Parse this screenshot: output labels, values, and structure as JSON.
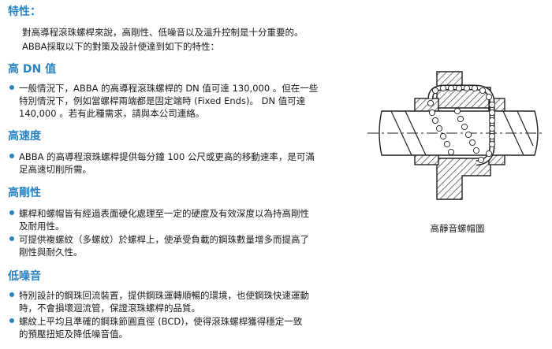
{
  "sections": {
    "features": {
      "title": "特性：",
      "intro_lines": [
        "對高導程滾珠螺桿來說，高剛性、低噪音以及溫升控制是十分重要的。",
        "ABBA採取以下的對策及設計使達到如下的特性："
      ]
    },
    "high_dn": {
      "title": "高 DN 值",
      "bullets": [
        [
          "一般情況下，ABBA 的高導程滾珠螺桿的 DN 值可達 130,000 。但在一些",
          "特別情況下，例如當螺桿兩端都是固定端時 (Fixed Ends)。 DN 值可達",
          "140,000 。若有此種需求，請與本公司連絡。"
        ]
      ]
    },
    "high_speed": {
      "title": "高速度",
      "bullets": [
        [
          "ABBA 的高導程滾珠螺桿提供每分鐘 100 公尺或更高的移動速率，是可滿",
          "足高速切削所需。"
        ]
      ]
    },
    "high_rigidity": {
      "title": "高剛性",
      "bullets": [
        [
          "螺桿和螺帽皆有經過表面硬化處理至一定的硬度及有效深度以為持高剛性",
          "及耐用性。"
        ],
        [
          "可提供複螺紋（多螺紋）於螺桿上，使承受負載的鋼珠數量增多而提高了",
          "剛性與耐久性。"
        ]
      ]
    },
    "low_noise": {
      "title": "低噪音",
      "bullets": [
        [
          "特別設計的鋼珠回流裝置，提供鋼珠運轉順暢的環境，也使鋼珠快速運動",
          "時，不會損壞迴流管，保證滾珠螺桿的品質。"
        ],
        [
          "螺紋上平均且準確的鋼珠節圓直徑 (BCD)，使得滾珠螺桿獲得穩定一致",
          "的預壓扭矩及降低噪音值。"
        ]
      ]
    }
  },
  "figure": {
    "caption": "高靜音螺帽圖",
    "icon": "ball-screw-nut-cross-section-icon"
  },
  "colors": {
    "heading": "#2a82c0",
    "bullet": "#2a82c0",
    "text": "#1a1a1a",
    "hatch": "#333333"
  }
}
